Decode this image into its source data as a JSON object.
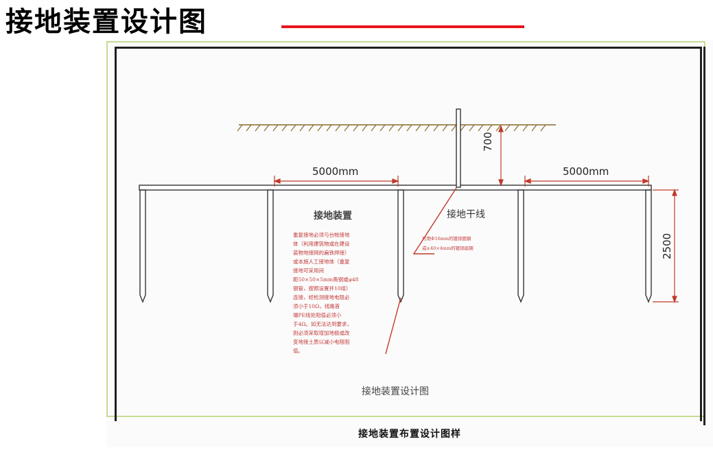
{
  "slide": {
    "title": "接地装置设计图",
    "accent_color": "#e8141b"
  },
  "drawing": {
    "dimensions": {
      "spacing_left": "5000mm",
      "spacing_right": "5000mm",
      "burial_depth": "700",
      "electrode_length": "2500"
    },
    "labels": {
      "grounding_device": "接地装置",
      "grounding_trunk": "接地干线",
      "inner_caption": "接地装置设计图"
    },
    "device_note_lines": [
      "重复接地必须与台帐接地",
      "体（利用建筑物或在建设",
      "装物地接网的扁铁焊接）",
      "或本施人工接地体（重复",
      "接地可采用间",
      "距50×50×5mm角钢或φ48",
      "钢管，按照设置并10组）",
      "连接，经检测接地电阻必",
      "须小于10Ω，线路首",
      "端PE线处阻值必须小",
      "于4Ω。如无法达到要求，",
      "则必须采取增加地极或改",
      "变地接土质以减小电阻阻",
      "值。"
    ],
    "trunk_note_lines": [
      "可用Φ16mm的镀锌圆钢",
      "或≥40×4mm的镀锌扁钢"
    ],
    "line_color": "#333333",
    "dimension_color": "#c0392b",
    "ground_color": "#8a6a2c"
  },
  "footer": {
    "caption": "接地装置布置设计图样"
  }
}
